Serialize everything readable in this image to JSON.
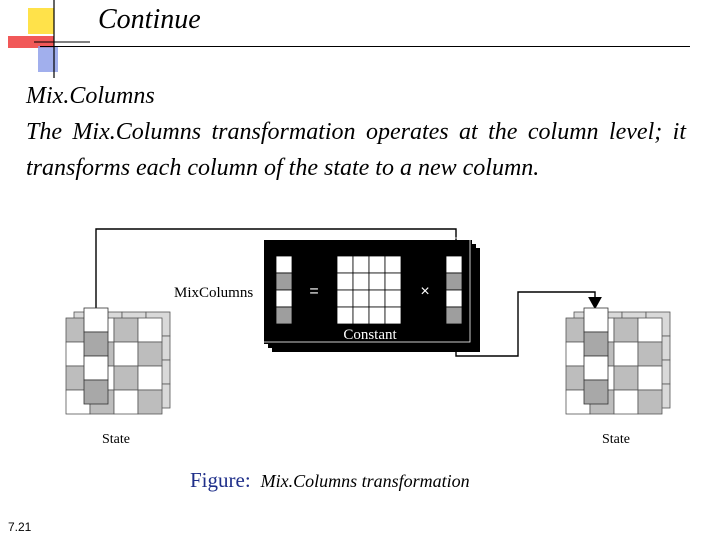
{
  "slide": {
    "title": "Continue",
    "heading": "Mix.Columns",
    "paragraph": "The Mix.Columns transformation operates at the column level; it transforms each column of the state to a new column.",
    "page_number": "7.21",
    "colors": {
      "accent_yellow": "#ffe24a",
      "accent_red": "#ef3b3b",
      "accent_blue": "#8a9be8",
      "caption_blue": "#1f2f8a"
    }
  },
  "figure": {
    "left_state_label": "State",
    "right_state_label": "State",
    "op_label": "MixColumns",
    "constant_label": "Constant",
    "equals_sign": "=",
    "times_sign": "×",
    "caption_label": "Figure:",
    "caption_text": "Mix.Columns transformation"
  }
}
